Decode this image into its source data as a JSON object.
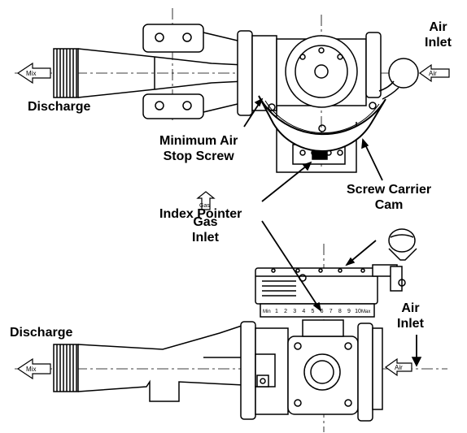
{
  "labels": {
    "air_inlet_top": [
      "Air",
      "Inlet"
    ],
    "discharge_top": "Discharge",
    "min_air_stop": [
      "Minimum Air",
      "Stop Screw"
    ],
    "screw_carrier_cam": [
      "Screw Carrier",
      "Cam"
    ],
    "index_pointer": "Index Pointer",
    "gas_inlet": [
      "Gas",
      "Inlet"
    ],
    "discharge_bottom": "Discharge",
    "air_inlet_bottom": [
      "Air",
      "Inlet"
    ]
  },
  "arrow_tags": {
    "mix_top": "Mix",
    "air_top": "Air",
    "gas": "Gas",
    "mix_bottom": "Mix",
    "air_bottom": "Air"
  },
  "scale": {
    "left_tag": "Min",
    "ticks": [
      "1",
      "2",
      "3",
      "4",
      "5",
      "6",
      "7",
      "8",
      "9",
      "10"
    ],
    "right_tag": "Max"
  },
  "colors": {
    "ink": "#000000",
    "paper": "#ffffff",
    "shade": "#d9d9d9"
  }
}
